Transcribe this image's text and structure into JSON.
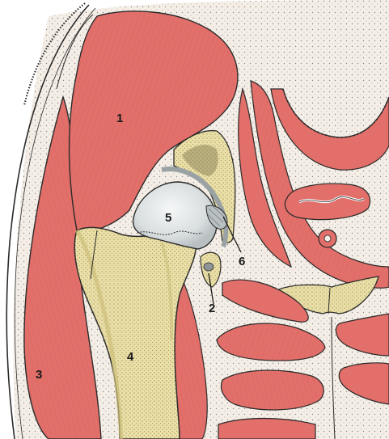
{
  "diagram": {
    "labels": {
      "muscle_gluteus": "1",
      "ligament_small": "2",
      "muscle_lateral": "3",
      "femur": "4",
      "femoral_head": "5",
      "ligament_teres": "6"
    },
    "colors": {
      "muscle": "#e26f6a",
      "muscle_dark": "#c94f4c",
      "fat": "#f4eee6",
      "bone": "#e9dfa7",
      "bone_shadow": "#cdbf7b",
      "cartilage": "#dfe3e4",
      "outline": "#2a2a2a",
      "skin": "#ffffff"
    }
  }
}
